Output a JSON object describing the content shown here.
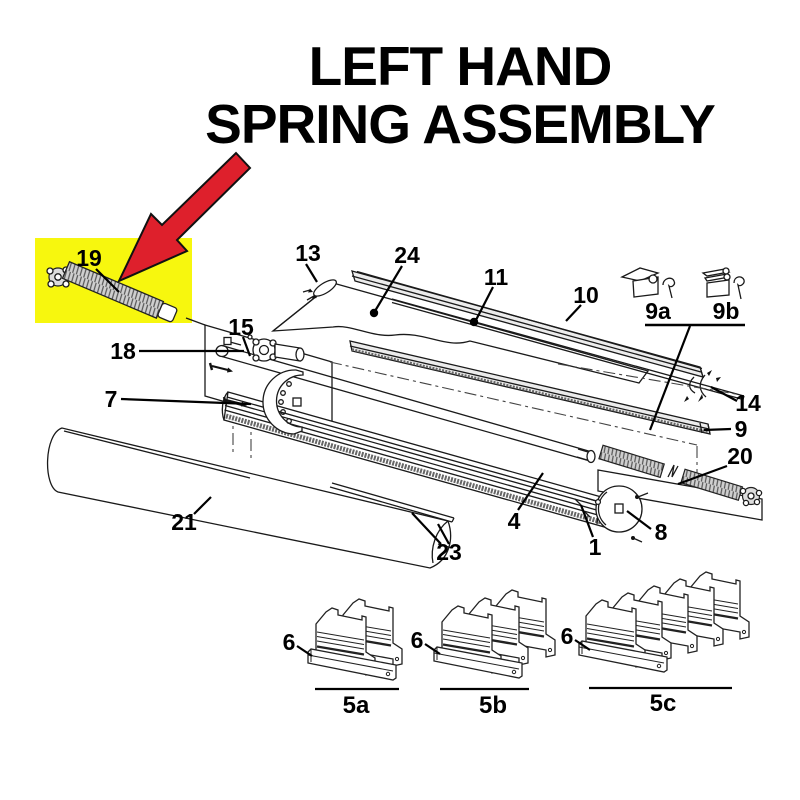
{
  "title": {
    "line1": "LEFT HAND",
    "line2": "SPRING ASSEMBLY"
  },
  "colors": {
    "highlight_yellow": "#f7f70e",
    "arrow_red": "#de202c",
    "line_black": "#1a1a1a"
  },
  "parts": {
    "p1": "1",
    "p4": "4",
    "p7": "7",
    "p8": "8",
    "p9": "9",
    "p9a": "9a",
    "p9b": "9b",
    "p10": "10",
    "p11": "11",
    "p13": "13",
    "p14": "14",
    "p15": "15",
    "p18": "18",
    "p19": "19",
    "p20": "20",
    "p21": "21",
    "p23": "23",
    "p24": "24",
    "p5a": "5a",
    "p5b": "5b",
    "p5c": "5c",
    "p6_left": "6",
    "p6_mid": "6",
    "p6_right": "6"
  }
}
